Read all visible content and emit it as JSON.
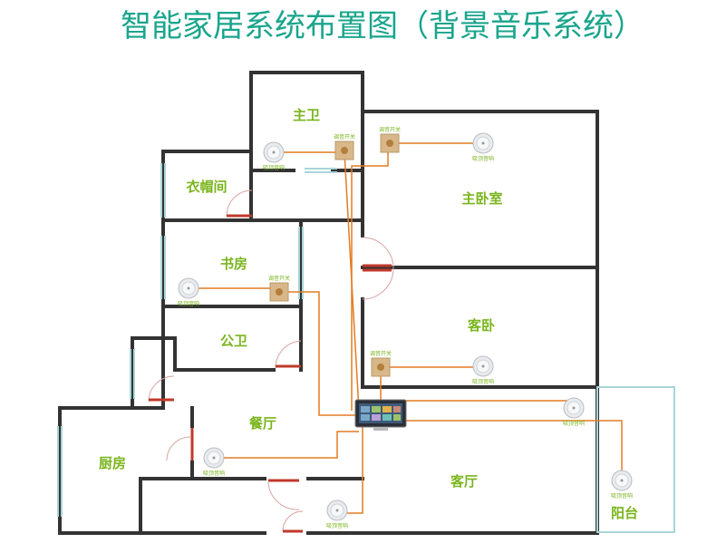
{
  "title": "智能家居系统布置图（背景音乐系统）",
  "colors": {
    "wall": "#333333",
    "wire": "#e37c22",
    "label": "#7ab51d",
    "title": "#1aa58c",
    "door": "#c0392b",
    "glass": "#a9d5d8"
  },
  "rooms": {
    "master_bath": "主卫",
    "cloakroom": "衣帽间",
    "master_bedroom": "主卧室",
    "study": "书房",
    "guest_bath": "公卫",
    "guest_bedroom": "客卧",
    "dining": "餐厅",
    "kitchen": "厨房",
    "living": "客厅",
    "balcony": "阳台"
  },
  "labels": {
    "speaker": "吸顶音响",
    "switch": "调音开关"
  },
  "icons": {
    "speaker": "ceiling-speaker-icon",
    "switch": "volume-switch-icon",
    "host": "control-panel-icon"
  }
}
